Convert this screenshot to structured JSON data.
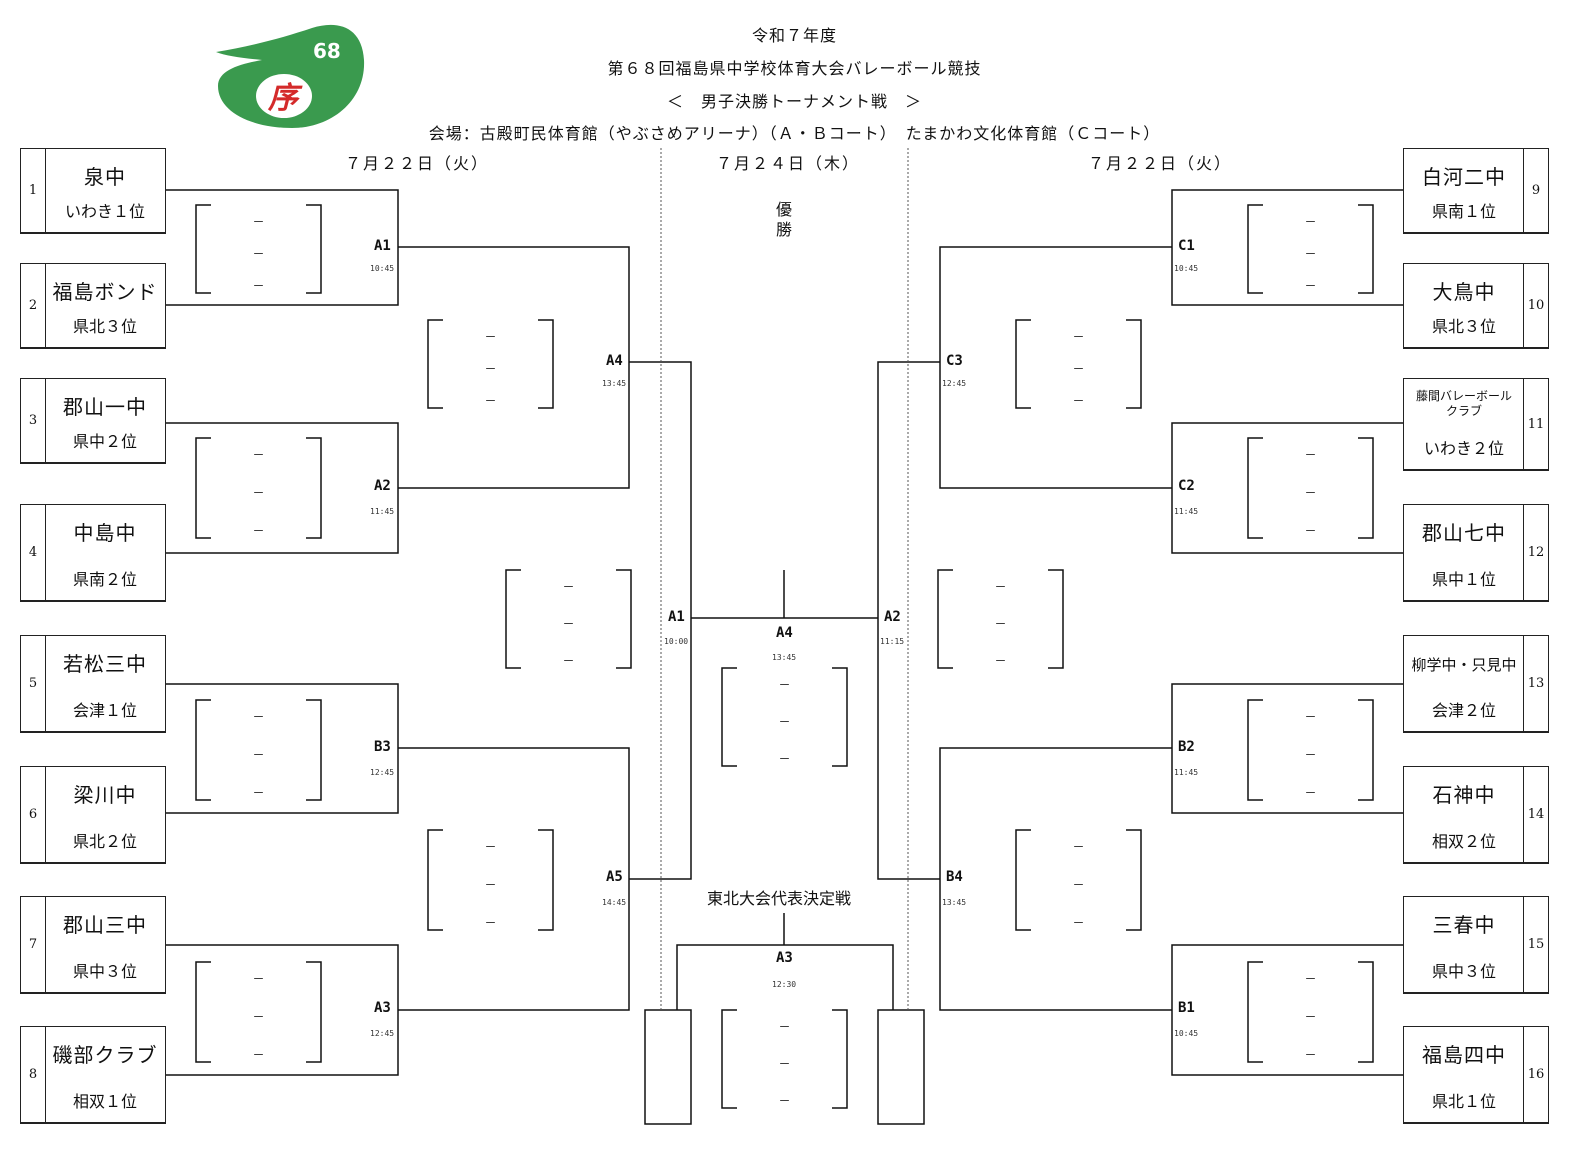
{
  "header": {
    "year": "令和７年度",
    "event": "第６８回福島県中学校体育大会バレーボール競技",
    "division": "＜　男子決勝トーナメント戦　＞",
    "venue": "会場：古殿町民体育館（やぶさめアリーナ）（Ａ・Ｂコート）　たまかわ文化体育館（Ｃコート）"
  },
  "logo": {
    "number": "68",
    "glyph": "序",
    "color": "#3a9a4e"
  },
  "dates": {
    "left": "７月２２日（火）",
    "center": "７月２４日（木）",
    "right": "７月２２日（火）"
  },
  "champion_label": "優勝",
  "tohoku_label": "東北大会代表決定戦",
  "teams_left": [
    {
      "seed": "1",
      "name": "泉中",
      "rank": "いわき１位"
    },
    {
      "seed": "2",
      "name": "福島ボンド",
      "rank": "県北３位"
    },
    {
      "seed": "3",
      "name": "郡山一中",
      "rank": "県中２位"
    },
    {
      "seed": "4",
      "name": "中島中",
      "rank": "県南２位"
    },
    {
      "seed": "5",
      "name": "若松三中",
      "rank": "会津１位"
    },
    {
      "seed": "6",
      "name": "梁川中",
      "rank": "県北２位"
    },
    {
      "seed": "7",
      "name": "郡山三中",
      "rank": "県中３位"
    },
    {
      "seed": "8",
      "name": "磯部クラブ",
      "rank": "相双１位"
    }
  ],
  "teams_right": [
    {
      "seed": "9",
      "name": "白河二中",
      "rank": "県南１位"
    },
    {
      "seed": "10",
      "name": "大鳥中",
      "rank": "県北３位"
    },
    {
      "seed": "11",
      "name": "藤間バレーボールクラブ",
      "rank": "いわき２位"
    },
    {
      "seed": "12",
      "name": "郡山七中",
      "rank": "県中１位"
    },
    {
      "seed": "13",
      "name": "柳学中・只見中",
      "rank": "会津２位"
    },
    {
      "seed": "14",
      "name": "石神中",
      "rank": "相双２位"
    },
    {
      "seed": "15",
      "name": "三春中",
      "rank": "県中３位"
    },
    {
      "seed": "16",
      "name": "福島四中",
      "rank": "県北１位"
    }
  ],
  "matches": [
    {
      "code": "A1",
      "time": "10:45"
    },
    {
      "code": "A2",
      "time": "11:45"
    },
    {
      "code": "B3",
      "time": "12:45"
    },
    {
      "code": "A3",
      "time": "12:45"
    },
    {
      "code": "A4",
      "time": "13:45"
    },
    {
      "code": "A5",
      "time": "14:45"
    },
    {
      "code": "C1",
      "time": "10:45"
    },
    {
      "code": "C2",
      "time": "11:45"
    },
    {
      "code": "B2",
      "time": "11:45"
    },
    {
      "code": "B1",
      "time": "10:45"
    },
    {
      "code": "C3",
      "time": "12:45"
    },
    {
      "code": "B4",
      "time": "13:45"
    },
    {
      "code": "A1",
      "time": "10:00"
    },
    {
      "code": "A2",
      "time": "11:15"
    },
    {
      "code": "A4",
      "time": "13:45"
    },
    {
      "code": "A3",
      "time": "12:30"
    }
  ],
  "score_dash": "－"
}
